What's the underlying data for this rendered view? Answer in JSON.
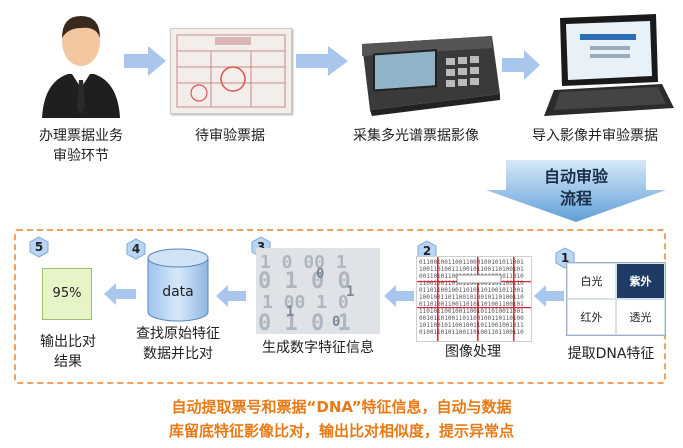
{
  "top_row": {
    "step1_label_line1": "办理票据业务",
    "step1_label_line2": "审验环节",
    "step2_label": "待审验票据",
    "step3_label": "采集多光谱票据影像",
    "step4_label": "导入影像并审验票据"
  },
  "process_banner": {
    "line1": "自动审验",
    "line2": "流程"
  },
  "flow": {
    "step1": {
      "badge": "1",
      "label": "提取DNA特征",
      "grid": {
        "tl": "白光",
        "tr": "紫外",
        "bl": "红外",
        "br": "透光"
      }
    },
    "step2": {
      "badge": "2",
      "label": "图像处理"
    },
    "step3": {
      "badge": "3",
      "label": "生成数字特征信息"
    },
    "step4": {
      "badge": "4",
      "label_line1": "查找原始特征",
      "label_line2": "数据并比对",
      "db_text": "data"
    },
    "step5": {
      "badge": "5",
      "label_line1": "输出比对",
      "label_line2": "结果",
      "result": "95%"
    }
  },
  "note": {
    "line1": "自动提取票号和票据“DNA”特征信息，自动与数据",
    "line2": "库留底特征影像比对，输出比对相似度，提示异常点"
  },
  "colors": {
    "arrow": "#a9c6ec",
    "banner": "#5f9fd8",
    "note": "#e87a16",
    "dashed": "#f0a060",
    "badge": "#b8d6f4"
  }
}
